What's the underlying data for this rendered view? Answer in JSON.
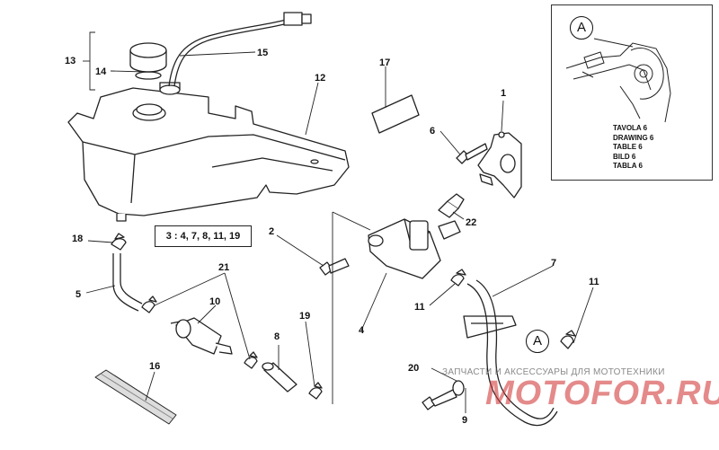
{
  "callouts": {
    "c1": "1",
    "c2": "2",
    "c4": "4",
    "c5": "5",
    "c6": "6",
    "c7": "7",
    "c8": "8",
    "c9": "9",
    "c10": "10",
    "c11a": "11",
    "c11b": "11",
    "c12": "12",
    "c13": "13",
    "c14": "14",
    "c15": "15",
    "c16": "16",
    "c17": "17",
    "c18": "18",
    "c19": "19",
    "c20": "20",
    "c21": "21",
    "c22": "22"
  },
  "kit_label": "3 : 4, 7, 8, 11, 19",
  "detail_view": {
    "marker": "A",
    "refs": [
      "TAVOLA 6",
      "DRAWING 6",
      "TABLE 6",
      "BILD 6",
      "TABLA 6"
    ]
  },
  "marker_main": "A",
  "watermark": {
    "text": "ЗАПЧАСТИ И АКСЕССУАРЫ ДЛЯ МОТОТЕХНИКИ",
    "logo": "MOTOFOR.RU"
  },
  "colors": {
    "line": "#222222",
    "watermark_logo": "#d23c3c",
    "watermark_text": "#8a8a8a"
  }
}
